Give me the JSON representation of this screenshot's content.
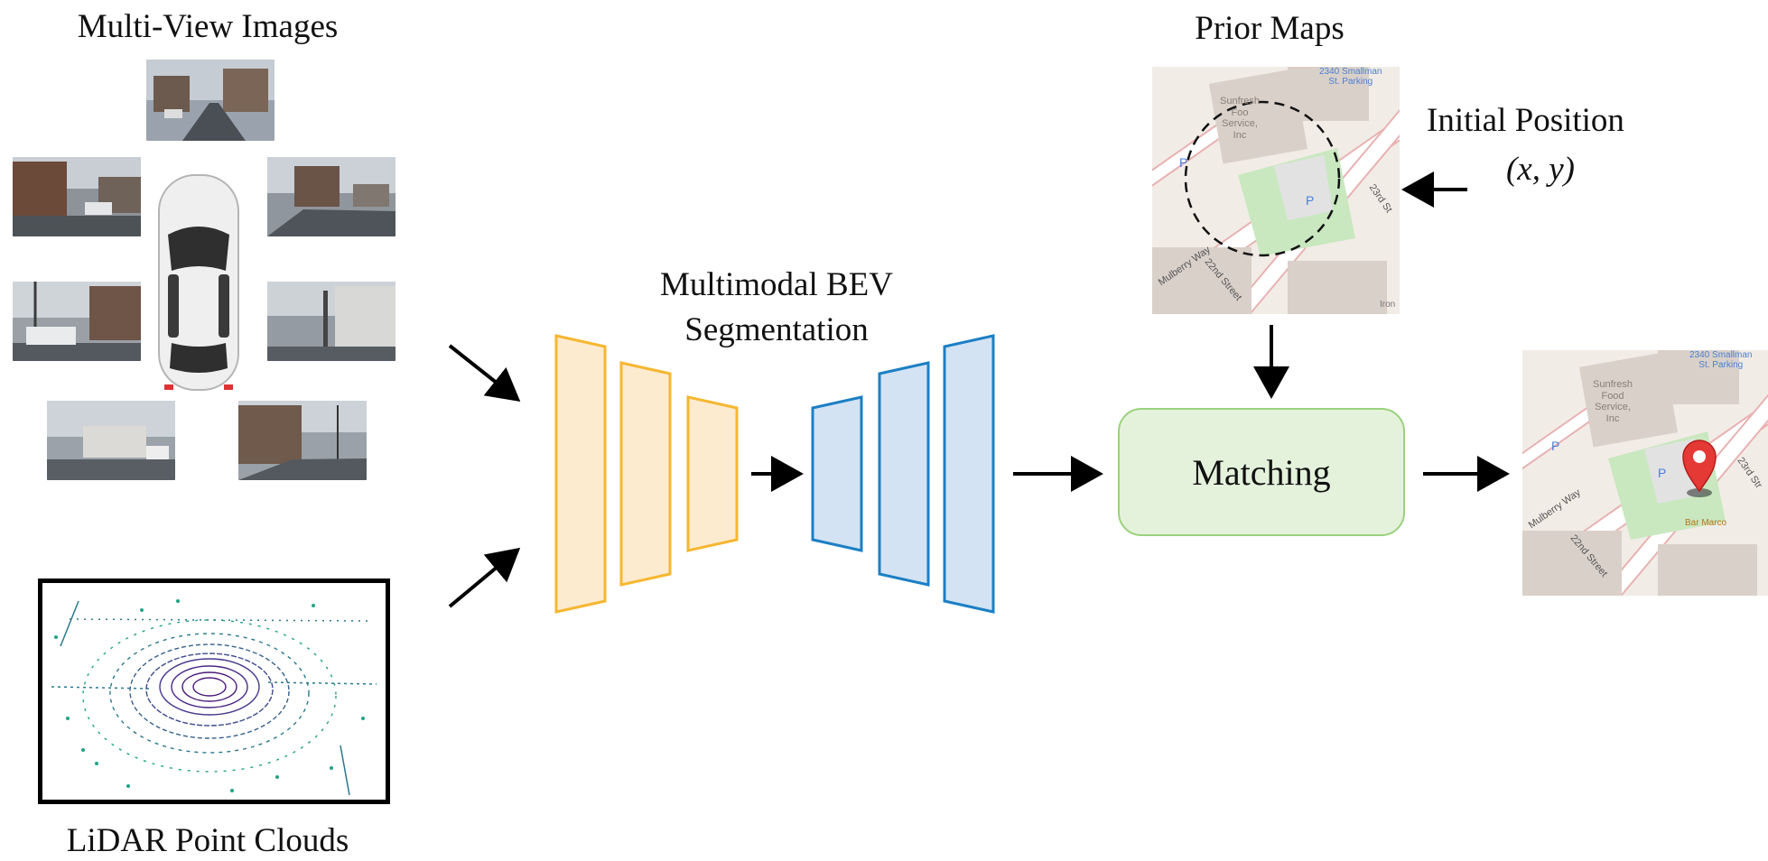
{
  "labels": {
    "multi_view": "Multi-View Images",
    "lidar": "LiDAR Point Clouds",
    "bev_line1": "Multimodal BEV",
    "bev_line2": "Segmentation",
    "prior_maps": "Prior Maps",
    "initial_position": "Initial Position",
    "coords": "(x, y)",
    "matching": "Matching"
  },
  "map_text": {
    "parking": "2340 Smallman St. Parking",
    "parking_l1": "2340 Smallman",
    "parking_l2": "St. Parking",
    "sunfresh_l1": "Sunfresh",
    "sunfresh_l2": "Food",
    "sunfresh_l3": "Service,",
    "sunfresh_l4": "Inc",
    "sunfresh_trunc": "Foo",
    "mulberry": "Mulberry Way",
    "street22": "22nd Street",
    "street23": "23rd St",
    "street23_trunc": "23rd Str",
    "bar_marco": "Bar Marco",
    "iron": "Iron",
    "parking_p": "P"
  },
  "colors": {
    "encoder_stroke": "#f5b731",
    "encoder_fill": "#fdebd0",
    "decoder_stroke": "#1c7fc4",
    "decoder_fill": "#d3e3f3",
    "match_fill": "#e4f2dc",
    "match_stroke": "#9bd17c",
    "pin": "#e53935"
  },
  "icons": [
    "car-icon",
    "map-pin-icon",
    "arrow-icon",
    "dashed-circle-icon"
  ]
}
